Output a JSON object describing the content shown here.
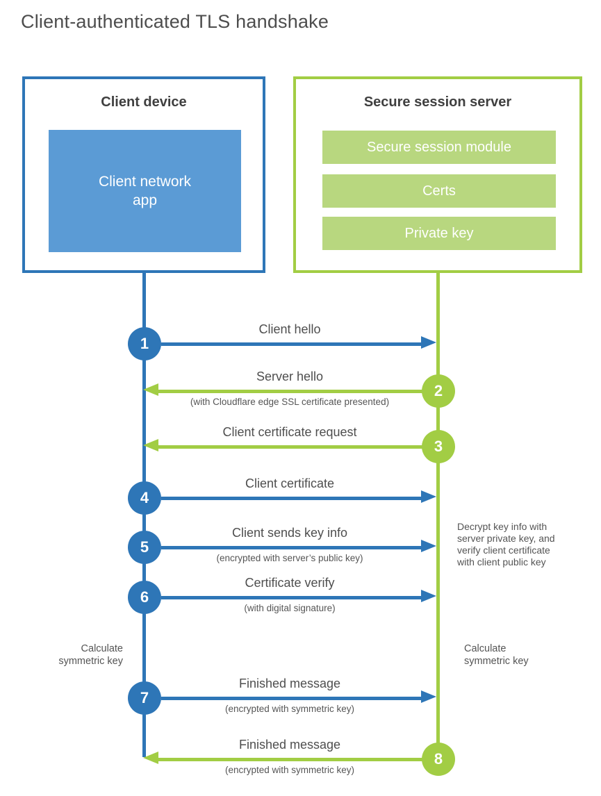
{
  "page_title": "Client-authenticated TLS handshake",
  "client_box": {
    "title": "Client device",
    "app_label": "Client network\napp"
  },
  "server_box": {
    "title": "Secure session server",
    "modules": [
      "Secure session module",
      "Certs",
      "Private key"
    ]
  },
  "steps": [
    {
      "num": "1",
      "from": "client",
      "label": "Client hello",
      "sublabel": ""
    },
    {
      "num": "2",
      "from": "server",
      "label": "Server hello",
      "sublabel": "(with Cloudflare edge SSL certificate presented)"
    },
    {
      "num": "3",
      "from": "server",
      "label": "Client certificate request",
      "sublabel": ""
    },
    {
      "num": "4",
      "from": "client",
      "label": "Client certificate",
      "sublabel": ""
    },
    {
      "num": "5",
      "from": "client",
      "label": "Client sends key info",
      "sublabel": "(encrypted with server’s public key)"
    },
    {
      "num": "6",
      "from": "client",
      "label": "Certificate verify",
      "sublabel": "(with digital signature)"
    },
    {
      "num": "7",
      "from": "client",
      "label": "Finished message",
      "sublabel": "(encrypted with symmetric key)"
    },
    {
      "num": "8",
      "from": "server",
      "label": "Finished message",
      "sublabel": "(encrypted with symmetric key)"
    }
  ],
  "annotations": {
    "decrypt_note": "Decrypt key info with\nserver private key, and\nverify client certificate\nwith client public key",
    "calc_left": "Calculate\nsymmetric key",
    "calc_right": "Calculate\nsymmetric key"
  },
  "colors": {
    "blue": "#2e76b7",
    "app_blue": "#5b9bd5",
    "green": "#a2cd44",
    "bar_green": "#b8d77f"
  }
}
